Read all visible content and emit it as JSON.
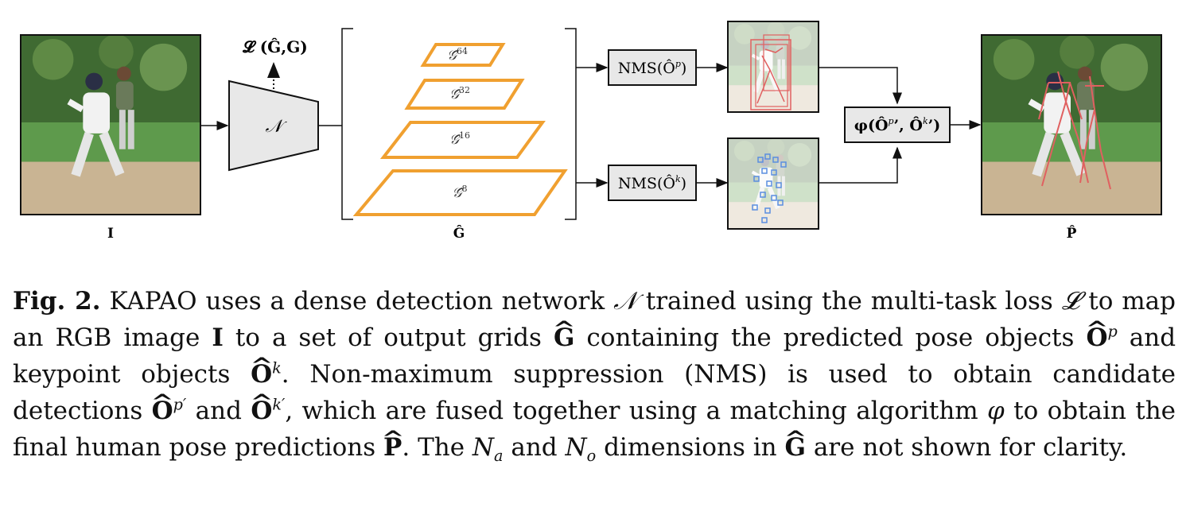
{
  "diagram": {
    "input_label": "I",
    "loss_label": "𝓛 (Ĝ,G)",
    "network_label": "𝒩",
    "grids": [
      {
        "label": "𝒢̂",
        "scale": "64"
      },
      {
        "label": "𝒢̂",
        "scale": "32"
      },
      {
        "label": "𝒢̂",
        "scale": "16"
      },
      {
        "label": "𝒢̂",
        "scale": "8"
      }
    ],
    "grids_label": "Ĝ",
    "nms_pose_label": "NMS(Ô",
    "nms_pose_sup": "p",
    "nms_kp_label": "NMS(Ô",
    "nms_kp_sup": "k",
    "fusion_label": "φ(Ô",
    "fusion_sup_p": "p",
    "fusion_sup_k": "k",
    "output_label": "P̂",
    "colors": {
      "grid": "#f0a030",
      "pose_box": "#e06060",
      "keypoint_box": "#5a8ee0",
      "node_fill": "#e8e8e8"
    }
  },
  "caption": {
    "fig_label": "Fig. 2.",
    "t1": "KAPAO uses a dense detection network",
    "sym_N": "𝒩",
    "t2": "trained using the multi-task loss",
    "sym_L": "𝓛",
    "t3": "to map an RGB image",
    "sym_I": "I",
    "t4": "to a set of output grids",
    "sym_G": "G",
    "t5": "containing the predicted pose objects",
    "sym_O": "O",
    "sup_p": "p",
    "t6": "and keypoint objects",
    "sup_k": "k",
    "t7": ". Non-maximum suppression (NMS) is used to obtain candidate detections",
    "sup_pprime": "p′",
    "t8": "and",
    "sup_kprime": "k′",
    "t9": ", which are fused together using a matching algorithm",
    "sym_phi": "φ",
    "t10": "to obtain the final human pose predictions",
    "sym_P": "P",
    "t11": ". The",
    "sym_N2": "N",
    "sub_a": "a",
    "t12": "and",
    "sub_o": "o",
    "t13": "dimensions in",
    "t14": "are not shown for clarity."
  }
}
